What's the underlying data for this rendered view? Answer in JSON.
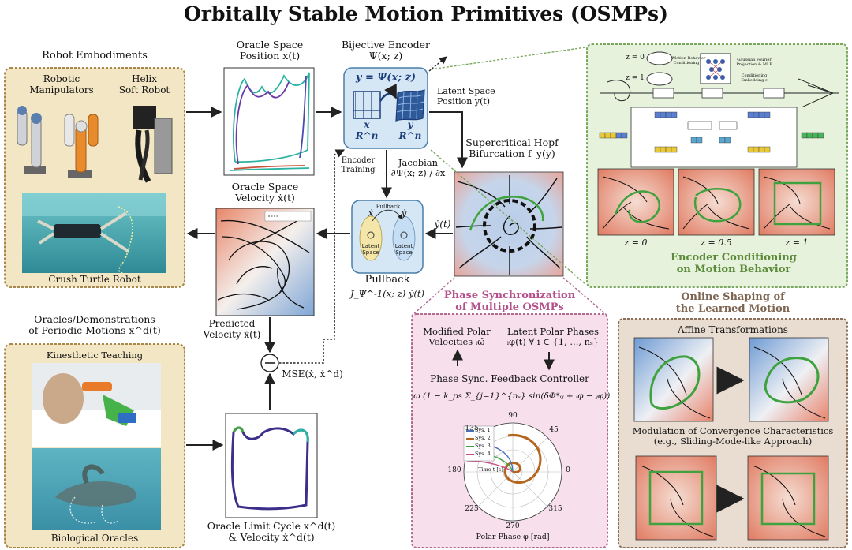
{
  "title": "Orbitally Stable Motion Primitives (OSMPs)",
  "robot_embodiments": {
    "heading": "Robot Embodiments",
    "manipulators": "Robotic\nManipulators",
    "helix": "Helix\nSoft Robot",
    "turtle": "Crush Turtle Robot"
  },
  "oracles": {
    "heading": "Oracles/Demonstrations\nof Periodic Motions x^d(t)",
    "kinesthetic": "Kinesthetic Teaching",
    "biological": "Biological Oracles"
  },
  "oracle_position": "Oracle Space\nPosition x(t)",
  "oracle_velocity": "Oracle Space\nVelocity ẋ(t)",
  "predicted_velocity": "Predicted\nVelocity ẋ(t)",
  "mse": "MSE(ẋ, ẋ^d)",
  "limit_cycle": "Oracle Limit Cycle x^d(t)\n& Velocity ẋ^d(t)",
  "encoder": {
    "heading": "Bijective Encoder\nΨ(x; z)",
    "equation": "y = Ψ(x; z)",
    "x_label": "x",
    "x_space": "R^n",
    "y_label": "y",
    "y_space": "R^n",
    "training": "Encoder\nTraining"
  },
  "latent_position": "Latent Space\nPosition y(t)",
  "jacobian": "Jacobian\n∂Ψ(x; z) / ∂x",
  "pullback": {
    "title": "Pullback",
    "sub": "Pullback",
    "x_dot": "ẋ",
    "y_dot": "ẏ",
    "latent": "Latent\nSpace",
    "formula": "J_Ψ^-1(x; z) ẏ(t)"
  },
  "y_dot_label": "ẏ(t)",
  "hopf": "Supercritical Hopf\nBifurcation f_y(y)",
  "conditioning": {
    "heading": "Encoder Conditioning\non Motion Behavior",
    "z0": "z = 0",
    "z1": "z = 1",
    "mbc": "Motion Behavior\nConditioning",
    "gff": "Gaussian Fourier\nProjection & MLP",
    "ce": "Conditioning\nEmbedding c",
    "panels": [
      "z = 0",
      "z = 0.5",
      "z = 1"
    ]
  },
  "phase_sync": {
    "heading": "Phase Synchronization\nof Multiple OSMPs",
    "modified": "Modified Polar\nVelocities ᵢω̃",
    "latent_phases": "Latent Polar Phases\nᵢφ(t) ∀ i ∈ {1, ..., nₛ}",
    "controller": "Phase Sync. Feedback Controller",
    "formula": "ᵢω (1 − k_ps Σ_{j=1}^{nₛ} sin(δΦ*ᵢⱼ + ᵢφ − ⱼφ))",
    "angles": [
      "90",
      "45",
      "0",
      "315",
      "270",
      "225",
      "180",
      "135"
    ],
    "legend": [
      "Sys. 1",
      "Sys. 2",
      "Sys. 3",
      "Sys. 4"
    ],
    "time_label": "Time t [s]",
    "axis_label": "Polar Phase φ [rad]"
  },
  "online_shaping": {
    "heading": "Online Shaping of\nthe Learned Motion",
    "affine": "Affine Transformations",
    "modulation": "Modulation of Convergence Characteristics\n(e.g., Sliding-Mode-like Approach)"
  },
  "colors": {
    "tan": "#f3e6c4",
    "tan_border": "#a8874a",
    "blue": "#d5e7f5",
    "green_bg": "#e6f2dc",
    "green_border": "#7aa85e",
    "green_text": "#5b8a3a",
    "pink_bg": "#f7e0ec",
    "pink_border": "#b26a92",
    "pink_text": "#b4508a",
    "brown_bg": "#e9ddd2",
    "brown_border": "#8b6f58",
    "brown_text": "#7d6450"
  }
}
